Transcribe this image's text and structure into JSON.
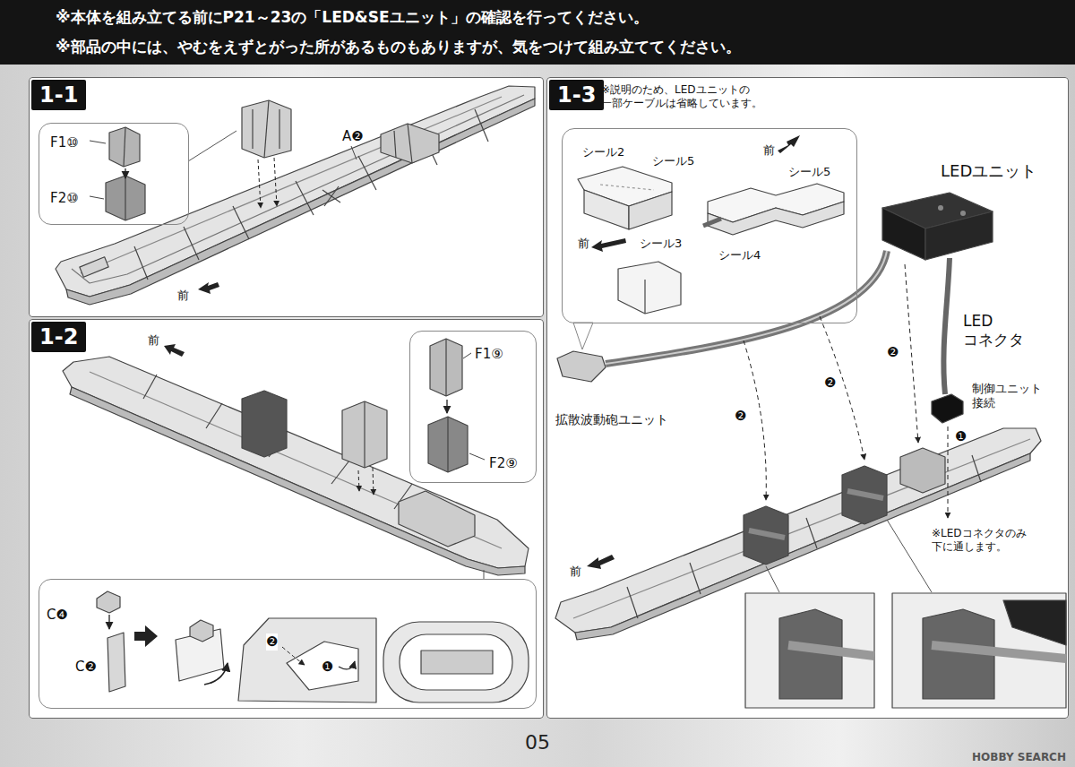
{
  "diagram": {
    "nodes": [
      {
        "text": [
          "※本体を組み立てる前にP21～23の「LED&SEユニット」の確認を行ってください。",
          "※部品の中には、やむをえずとがった所があるものもありますが、気をつけて組み立ててください。"
        ]
      },
      {
        "text": [
          "1-1"
        ]
      },
      {
        "text": [
          "F1⑩",
          "F2⑩"
        ],
        "in": 1
      },
      {
        "text": [
          "1-2"
        ]
      },
      {
        "text": [
          "F1⑨",
          "F2⑨"
        ],
        "in": 3
      },
      {
        "text": [
          "C❹",
          "C❷",
          "❷",
          "❶"
        ],
        "in": 3
      },
      {
        "text": [
          "1-3",
          "※説明のため、LEDユニットの 一部ケーブルは省略しています。"
        ]
      },
      {
        "text": [
          "シール2",
          "シール5",
          "前",
          "シール3",
          "前",
          "シール5",
          "シール4"
        ],
        "in": 6
      }
    ],
    "labels": [
      "A❷",
      "前",
      "前",
      "前",
      "LEDユニット",
      "LED コネクタ",
      "制御ユニット 接続",
      "拡散波動砲ユニット",
      "❷",
      "❷",
      "❷",
      "❶",
      "※LEDコネクタのみ 下に通します。",
      "05",
      "HOBBY SEARCH"
    ]
  }
}
